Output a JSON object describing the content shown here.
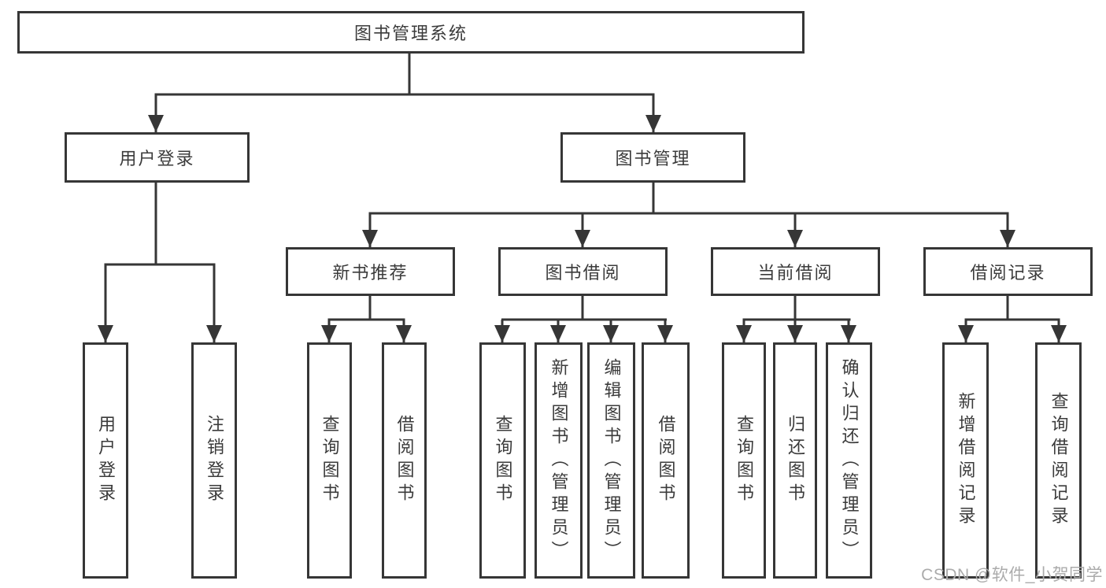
{
  "colors": {
    "line": "#363636",
    "text": "#3b3b3b",
    "box_background": "#ffffff",
    "watermark": "#ababab"
  },
  "watermark": "CSDN @软件_小贺同学",
  "nodes": {
    "root": "图书管理系统",
    "user": "用户登录",
    "mgmt": "图书管理",
    "newbook": "新书推荐",
    "borrow": "图书借阅",
    "current": "当前借阅",
    "records": "借阅记录",
    "user_leaves": [
      "用户登录",
      "注销登录"
    ],
    "newbook_leaves": [
      "查询图书",
      "借阅图书"
    ],
    "borrow_leaves": [
      "查询图书",
      "新增图书（管理员）",
      "编辑图书（管理员）",
      "借阅图书"
    ],
    "current_leaves": [
      "查询图书",
      "归还图书",
      "确认归还（管理员）"
    ],
    "records_leaves": [
      "新增借阅记录",
      "查询借阅记录"
    ]
  },
  "hierarchy": {
    "图书管理系统": [
      "用户登录",
      "图书管理"
    ],
    "用户登录": [
      "用户登录",
      "注销登录"
    ],
    "图书管理": [
      "新书推荐",
      "图书借阅",
      "当前借阅",
      "借阅记录"
    ],
    "新书推荐": [
      "查询图书",
      "借阅图书"
    ],
    "图书借阅": [
      "查询图书",
      "新增图书（管理员）",
      "编辑图书（管理员）",
      "借阅图书"
    ],
    "当前借阅": [
      "查询图书",
      "归还图书",
      "确认归还（管理员）"
    ],
    "借阅记录": [
      "新增借阅记录",
      "查询借阅记录"
    ]
  }
}
